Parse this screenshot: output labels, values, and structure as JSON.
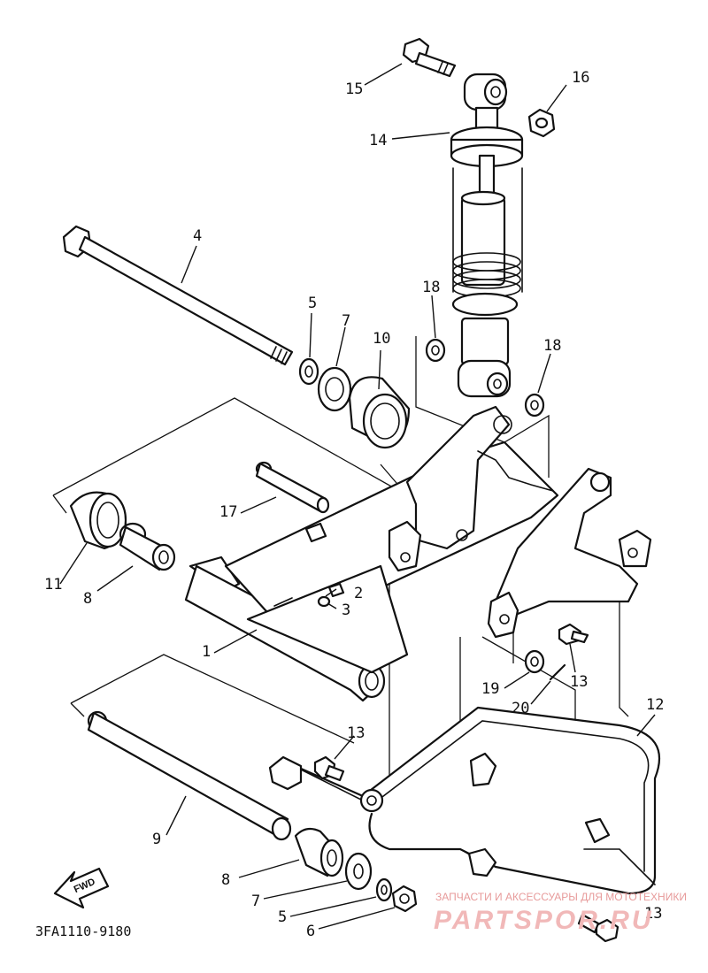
{
  "diagram": {
    "drawing_code": "3FA1110-9180",
    "fwd_label": "FWD",
    "watermark": {
      "tagline": "ЗАПЧАСТИ И АКСЕССУАРЫ ДЛЯ МОТОТЕХНИКИ",
      "brand": "PARTSPOR.RU"
    },
    "callouts": [
      {
        "id": "c15",
        "label": "15"
      },
      {
        "id": "c16",
        "label": "16"
      },
      {
        "id": "c14",
        "label": "14"
      },
      {
        "id": "c4",
        "label": "4"
      },
      {
        "id": "c5a",
        "label": "5"
      },
      {
        "id": "c7a",
        "label": "7"
      },
      {
        "id": "c10",
        "label": "10"
      },
      {
        "id": "c18a",
        "label": "18"
      },
      {
        "id": "c18b",
        "label": "18"
      },
      {
        "id": "c17",
        "label": "17"
      },
      {
        "id": "c11",
        "label": "11"
      },
      {
        "id": "c8a",
        "label": "8"
      },
      {
        "id": "c2",
        "label": "2"
      },
      {
        "id": "c3",
        "label": "3"
      },
      {
        "id": "c1",
        "label": "1"
      },
      {
        "id": "c19",
        "label": "19"
      },
      {
        "id": "c13a",
        "label": "13"
      },
      {
        "id": "c20",
        "label": "20"
      },
      {
        "id": "c12",
        "label": "12"
      },
      {
        "id": "c13b",
        "label": "13"
      },
      {
        "id": "c9",
        "label": "9"
      },
      {
        "id": "c8b",
        "label": "8"
      },
      {
        "id": "c7b",
        "label": "7"
      },
      {
        "id": "c5b",
        "label": "5"
      },
      {
        "id": "c6",
        "label": "6"
      },
      {
        "id": "c13c",
        "label": "13"
      }
    ]
  }
}
